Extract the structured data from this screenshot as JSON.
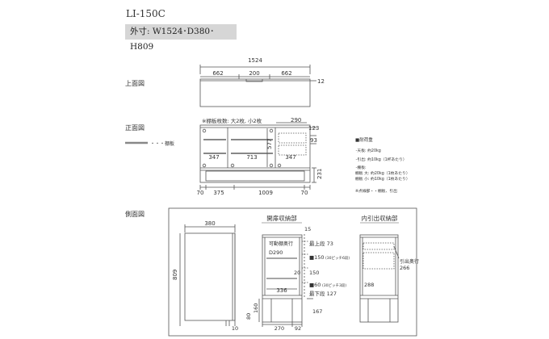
{
  "header": {
    "model": "LI-150C",
    "outer_dims": "外寸: W1524･D380･H809"
  },
  "sections": {
    "top_view": "上面図",
    "front_view": "正面図",
    "side_view": "側面図"
  },
  "top_view": {
    "total_width": "1524",
    "seg_left": "662",
    "seg_mid": "200",
    "seg_right": "662",
    "top_thickness": "12"
  },
  "front_view": {
    "shelf_count_note": "※棚板枚数: 大2枚, 小2枚",
    "legend_shelf": "・・・棚板",
    "dim_290": "290",
    "dim_123": "123",
    "dim_93": "93",
    "dim_577": "577",
    "dim_347_left": "347",
    "dim_713": "713",
    "dim_347_right": "347",
    "dim_231": "231",
    "bottom_70_left": "70",
    "bottom_375": "375",
    "bottom_1009": "1009",
    "bottom_70_right": "70"
  },
  "load_notes": {
    "title": "■耐荷重",
    "line1": "･天板: 約20kg",
    "line2": "･引出: 約10kg（1杯あたり）",
    "line3": "･棚板:",
    "line4": "  棚板 大: 約20kg（1枚あたり）",
    "line5": "  棚板 小: 約10kg（1枚あたり）",
    "footnote": "※点線部・・棚板、引出"
  },
  "side_view": {
    "depth": "380",
    "height": "809",
    "foot_80": "80",
    "foot_10": "10",
    "cabinet_title": "開扉収納部",
    "dim_15": "15",
    "shelf_depth_label": "可動棚奥行",
    "shelf_depth_value": "D290",
    "top_shelf_label": "最上段 73",
    "pitch_upper": "■150",
    "pitch_upper_note": "(30ピッチ6段)",
    "dim_20": "20",
    "dim_150": "150",
    "dim_336": "336",
    "pitch_lower": "■60",
    "pitch_lower_note": "(30ピッチ3段)",
    "bottom_shelf_label": "最下段 127",
    "dim_160": "160",
    "dim_167": "167",
    "dim_270": "270",
    "dim_92": "92",
    "drawer_title": "内引出収納部",
    "drawer_depth_label": "引出奥行",
    "drawer_depth_value": "266",
    "dim_288": "288"
  },
  "colors": {
    "line": "#555555",
    "dims_bg": "#d6d6d6",
    "shelf_legend": "#888888"
  }
}
